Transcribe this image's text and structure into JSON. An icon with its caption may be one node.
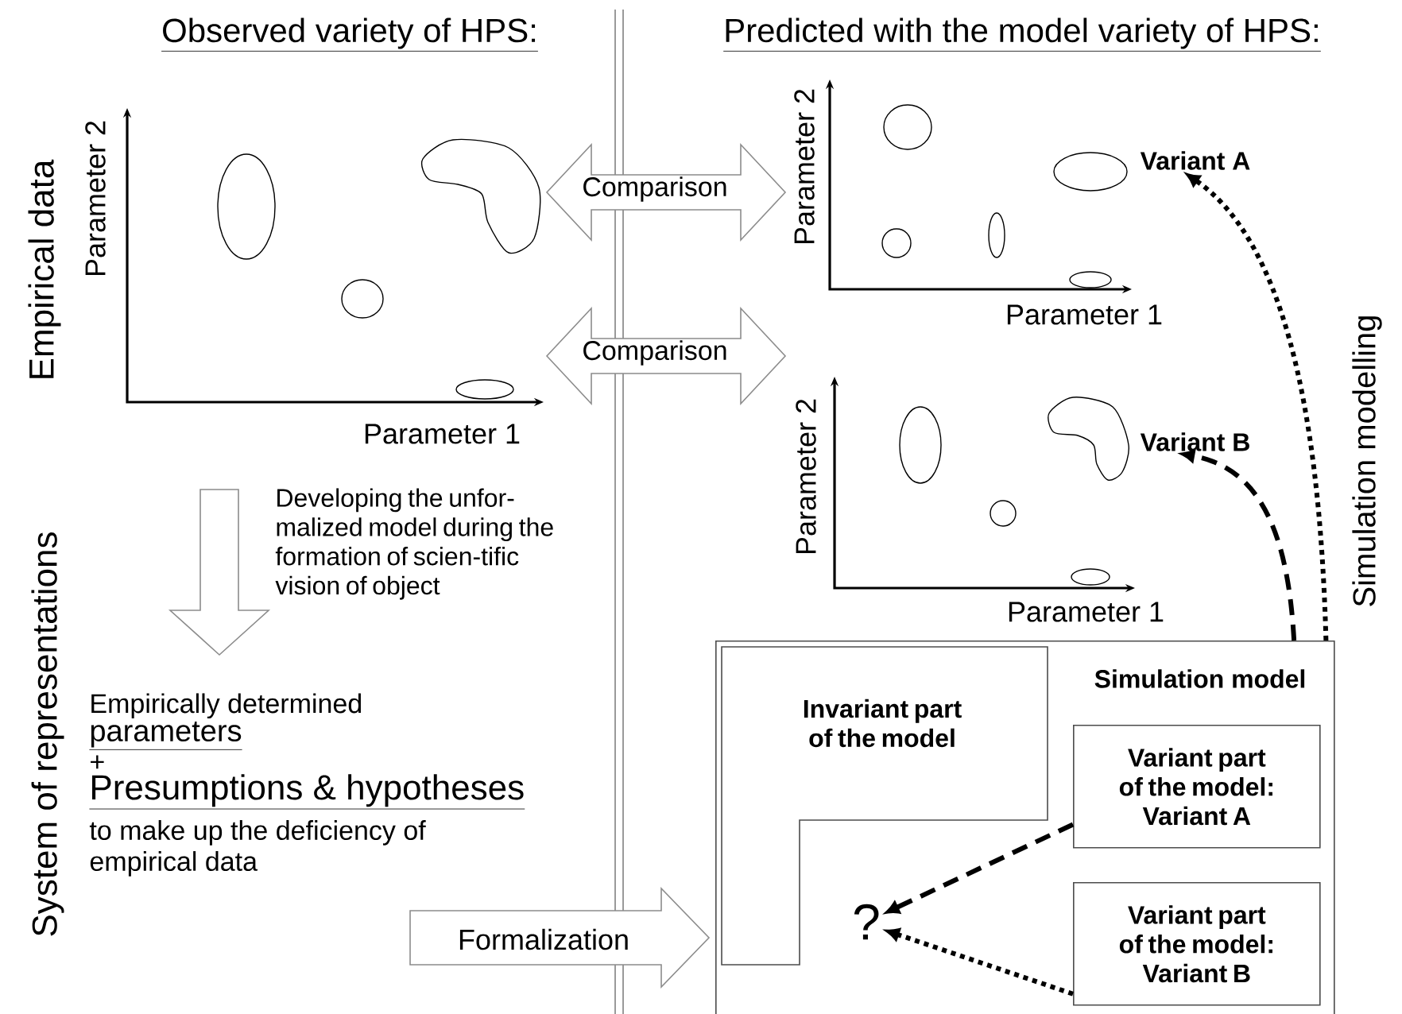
{
  "diagram": {
    "nodes": [
      {
        "text": [
          "Parameter 2",
          "Parameter 1"
        ]
      },
      {
        "text": [
          "Parameter 2",
          "Parameter 1"
        ]
      },
      {
        "text": [
          "Variant A"
        ]
      },
      {
        "text": [
          "Parameter 2",
          "Parameter 1"
        ]
      },
      {
        "text": [
          "Variant B"
        ]
      },
      {
        "text": [
          "Empirically determined",
          "parameters",
          "+",
          "Presumptions & hypotheses",
          "to make up the deficiency of empirical data"
        ]
      },
      {
        "text": [
          "Simulation model"
        ]
      },
      {
        "text": [
          "Invariant part of the model"
        ],
        "in": 6
      },
      {
        "text": [
          "Variant part of the model: Variant A"
        ],
        "in": 6
      },
      {
        "text": [
          "?"
        ],
        "in": 6
      },
      {
        "text": [
          "Variant part of the model: Variant B"
        ],
        "in": 6
      }
    ],
    "edges": [
      {
        "from": 0,
        "to": 1,
        "arrow": "both",
        "label": "Comparison"
      },
      {
        "from": 0,
        "to": 3,
        "arrow": "both",
        "label": "Comparison"
      },
      {
        "from": 6,
        "to": 2,
        "arrow": "to",
        "style": "dashed",
        "label": "Simulation modelling"
      },
      {
        "from": 6,
        "to": 4,
        "arrow": "to",
        "style": "dashed"
      },
      {
        "from": 8,
        "to": 9,
        "arrow": "to",
        "style": "dashed"
      },
      {
        "from": 10,
        "to": 9,
        "arrow": "to",
        "style": "dashed"
      },
      {
        "from": 0,
        "to": 5,
        "arrow": "to",
        "label": "Developing the unfor-malized model during the formation of scien-tific vision of object"
      },
      {
        "from": 5,
        "to": 6,
        "arrow": "to",
        "label": "Formalization"
      }
    ],
    "labels": [
      "Observed variety of HPS:",
      "Predicted with the model variety of HPS:",
      "Empirical data",
      "System of representations"
    ]
  }
}
